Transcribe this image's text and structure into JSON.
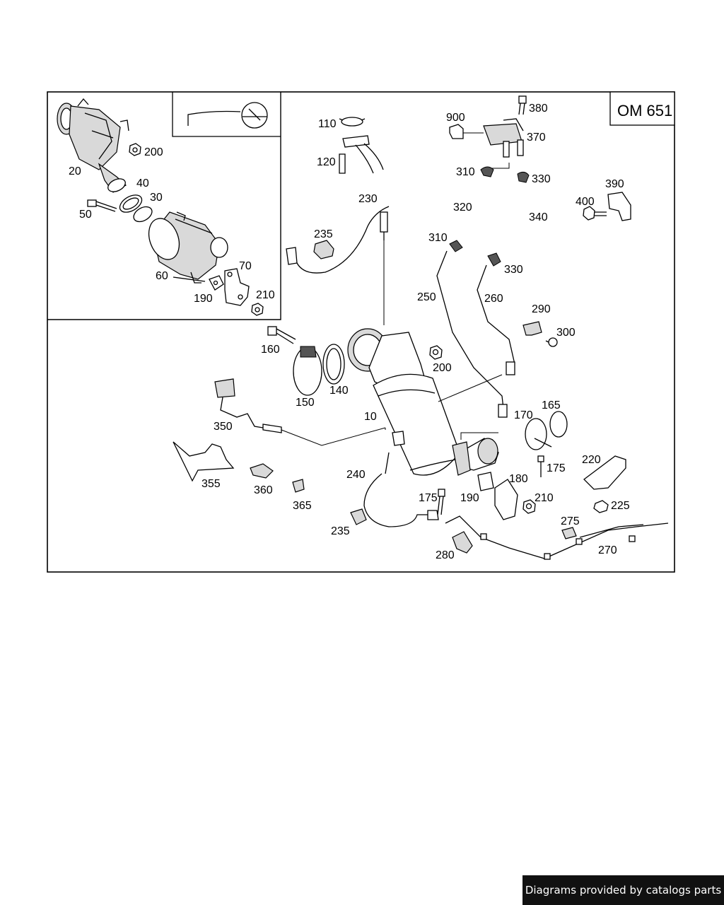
{
  "engine_code": "OM 651",
  "footer_text": "Diagrams provided by catalogs parts",
  "part_numbers": {
    "p10": "10",
    "p20": "20",
    "p30": "30",
    "p40": "40",
    "p50": "50",
    "p60": "60",
    "p70": "70",
    "p110": "110",
    "p120": "120",
    "p140": "140",
    "p150": "150",
    "p160": "160",
    "p165": "165",
    "p170": "170",
    "p175a": "175",
    "p175b": "175",
    "p180": "180",
    "p190a": "190",
    "p190b": "190",
    "p200a": "200",
    "p200b": "200",
    "p210a": "210",
    "p210b": "210",
    "p220": "220",
    "p225": "225",
    "p230": "230",
    "p235a": "235",
    "p235b": "235",
    "p240": "240",
    "p250": "250",
    "p260": "260",
    "p270": "270",
    "p275": "275",
    "p280": "280",
    "p290": "290",
    "p300": "300",
    "p310a": "310",
    "p310b": "310",
    "p320": "320",
    "p330a": "330",
    "p330b": "330",
    "p340": "340",
    "p350": "350",
    "p355": "355",
    "p360": "360",
    "p365": "365",
    "p370": "370",
    "p380": "380",
    "p390": "390",
    "p400": "400",
    "p900": "900"
  }
}
